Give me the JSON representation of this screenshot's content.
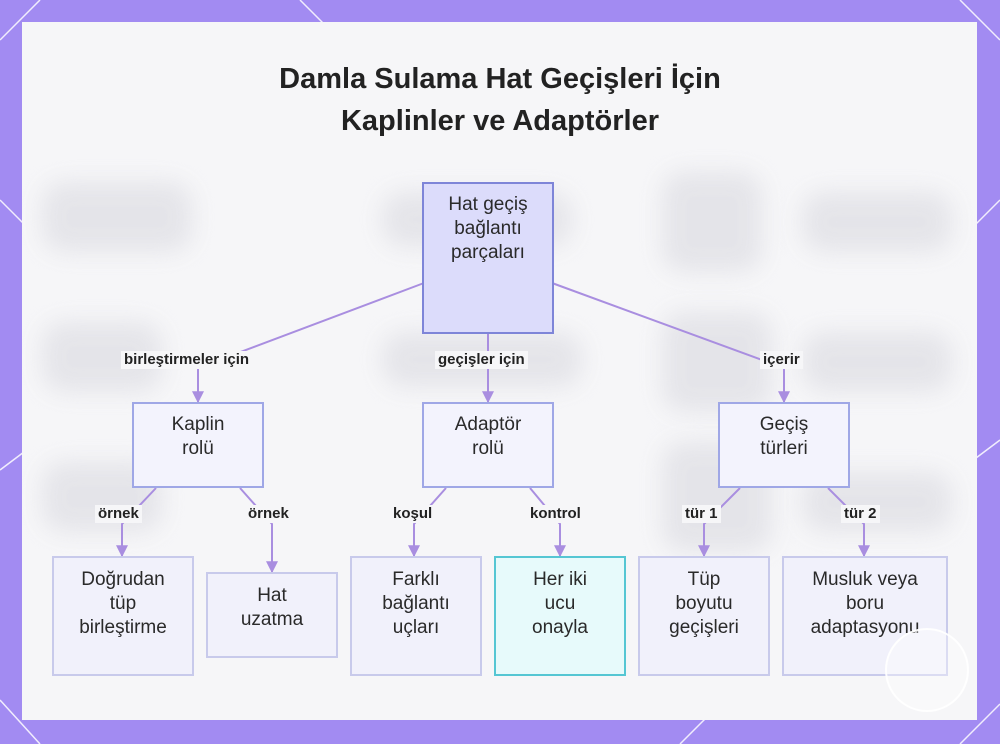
{
  "title": {
    "line1": "Damla Sulama Hat Geçişleri İçin",
    "line2": "Kaplinler ve Adaptörler"
  },
  "nodes": {
    "root": "Hat geçiş bağlantı parçaları",
    "coupler_role": "Kaplin rolü",
    "adapter_role": "Adaptör rolü",
    "transition_types": "Geçiş türleri",
    "direct_tube_join": "Doğrudan tüp birleştirme",
    "line_extension": "Hat uzatma",
    "different_ends": "Farklı bağlantı uçları",
    "confirm_both_ends": "Her iki ucu onayla",
    "tube_size_transitions": "Tüp boyutu geçişleri",
    "faucet_pipe_adaptation": "Musluk veya boru adaptasyonu"
  },
  "edge_labels": {
    "for_joins": "birleştirmeler için",
    "for_transitions": "geçişler için",
    "includes": "içerir",
    "example_1": "örnek",
    "example_2": "örnek",
    "condition": "koşul",
    "check": "kontrol",
    "type_1": "tür 1",
    "type_2": "tür 2"
  },
  "colors": {
    "frame": "#a28bf2",
    "connector": "#a98ee0",
    "root_fill": "#dcdcfb",
    "root_border": "#7e85d8",
    "highlight_border": "#55c6d3"
  }
}
